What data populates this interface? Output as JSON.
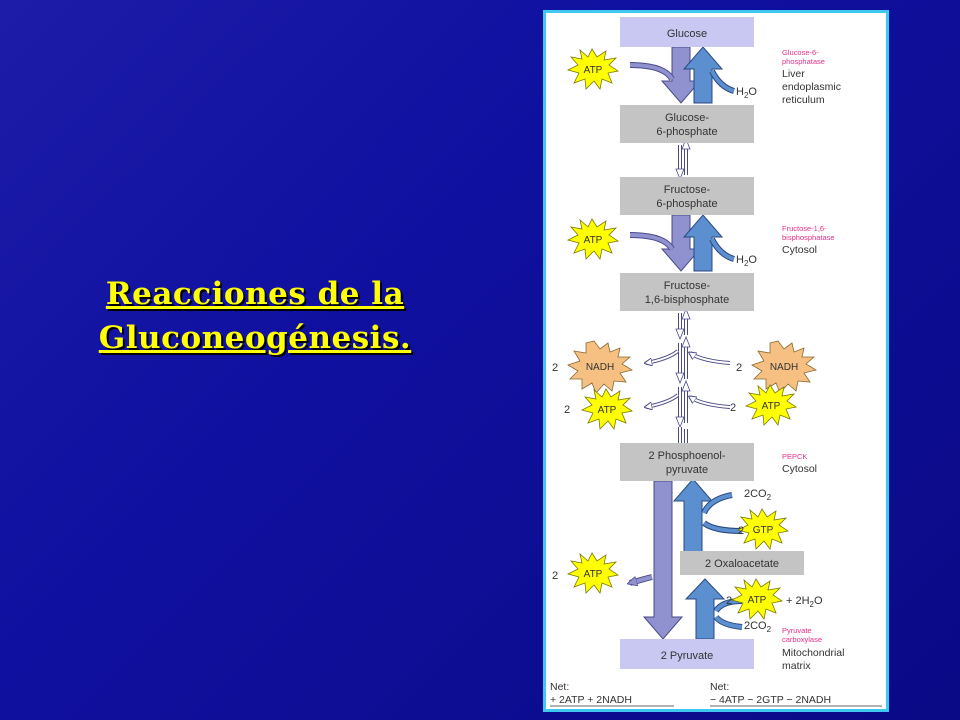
{
  "slide": {
    "title_line1": "Reacciones de la",
    "title_line2": "Gluconeogénesis."
  },
  "colors": {
    "background": "#1414a0",
    "title": "#ffff00",
    "frame": "#40c8f0",
    "gluconeogenesis_arrow": "#5b8fd0",
    "glycolysis_arrow": "#8f92cf",
    "enzyme_text": "#e8308a",
    "atp_burst": "#ffff00",
    "nadh_burst": "#f5c082"
  },
  "diagram": {
    "boxes": {
      "glucose": "Glucose",
      "g6p_1": "Glucose-",
      "g6p_2": "6-phosphate",
      "f6p_1": "Fructose-",
      "f6p_2": "6-phosphate",
      "f16bp_1": "Fructose-",
      "f16bp_2": "1,6-bisphosphate",
      "pep_1": "2 Phosphoenol-",
      "pep_2": "pyruvate",
      "oaa": "2 Oxaloacetate",
      "pyruvate": "2 Pyruvate"
    },
    "enzymes": {
      "g6pase_1": "Glucose-6-",
      "g6pase_2": "phosphatase",
      "loc1_1": "Liver",
      "loc1_2": "endoplasmic",
      "loc1_3": "reticulum",
      "fbpase_1": "Fructose-1,6-",
      "fbpase_2": "bisphosphatase",
      "loc2": "Cytosol",
      "pepck": "PEPCK",
      "loc3": "Cytosol",
      "pc_1": "Pyruvate",
      "pc_2": "carboxylase",
      "loc4_1": "Mitochondrial",
      "loc4_2": "matrix"
    },
    "labels": {
      "h2o_top": "H",
      "h2o_top_sub": "2",
      "h2o_top_o": "O",
      "h2o_mid": "H",
      "h2o_mid_sub": "2",
      "h2o_mid_o": "O",
      "nadh_left_coef": "2",
      "nadh_left": "NADH",
      "nadh_right_coef": "2",
      "nadh_right": "NADH",
      "atp_left_coef": "2",
      "atp_right_coef": "2",
      "co2_top_1": "2CO",
      "co2_top_sub": "2",
      "gtp_coef": "2",
      "gtp": "GTP",
      "atp_bottom_left_coef": "2",
      "atp_pc_coef": "2",
      "plus_h2o": "+ 2H",
      "plus_h2o_sub": "2",
      "plus_h2o_o": "O",
      "co2_bottom_coef": "2CO",
      "co2_bottom_sub": "2",
      "atp": "ATP"
    },
    "net": {
      "left_label": "Net:",
      "left_value": "+ 2ATP + 2NADH",
      "right_label": "Net:",
      "right_value": "− 4ATP − 2GTP − 2NADH"
    }
  }
}
